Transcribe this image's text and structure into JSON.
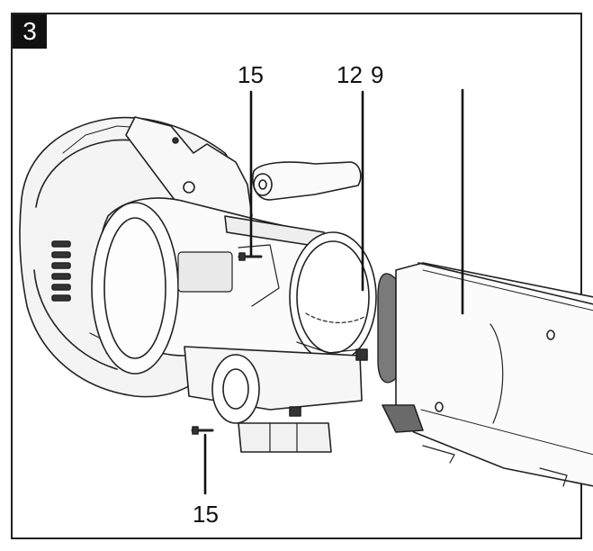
{
  "figure": {
    "number": "3"
  },
  "callouts": {
    "top_left": "15",
    "top_mid_a": "12",
    "top_mid_b": "9",
    "bottom": "15"
  }
}
